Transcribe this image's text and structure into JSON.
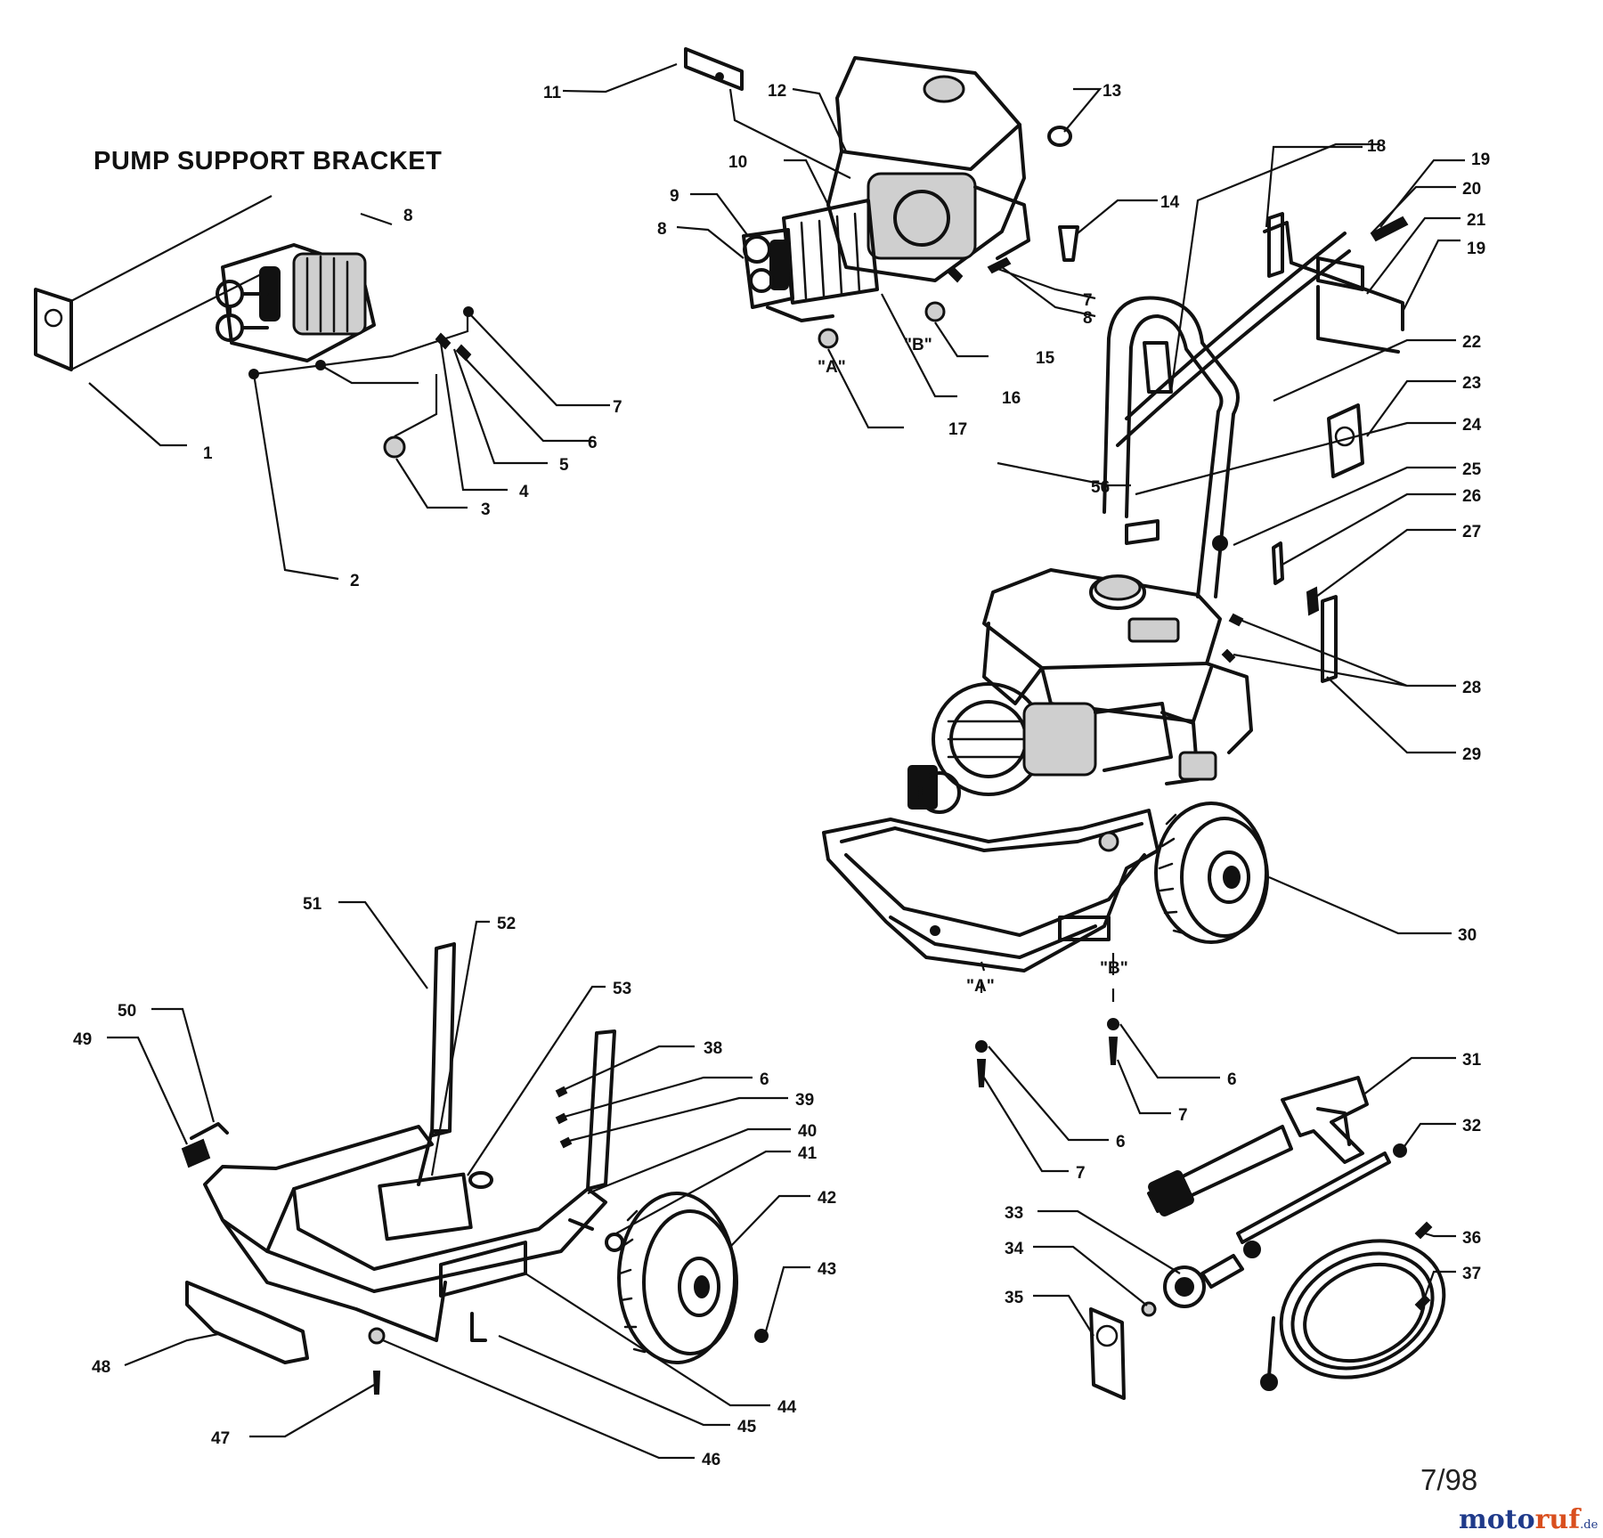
{
  "title": "PUMP SUPPORT BRACKET",
  "date_code": "7/98",
  "watermark": {
    "part_a": "moto",
    "part_b": "ruf",
    "part_c": ".de"
  },
  "colors": {
    "ink": "#111111",
    "watermark_blue": "#1f3a8a",
    "watermark_orange": "#d94f1e"
  },
  "callouts": {
    "c1": "1",
    "c2": "2",
    "c3": "3",
    "c4": "4",
    "c5": "5",
    "c6a": "6",
    "c7a": "7",
    "c8a": "8",
    "c11": "11",
    "c12": "12",
    "c13": "13",
    "c10": "10",
    "c9": "9",
    "c8b": "8",
    "c14": "14",
    "c7b": "7",
    "c8c": "8",
    "c15": "15",
    "c16": "16",
    "c17": "17",
    "c18": "18",
    "c19a": "19",
    "c20": "20",
    "c21": "21",
    "c19b": "19",
    "c22": "22",
    "c23": "23",
    "c24": "24",
    "c25": "25",
    "c26": "26",
    "c27": "27",
    "c56": "56",
    "c28": "28",
    "c29": "29",
    "c30": "30",
    "c31": "31",
    "c32": "32",
    "c33": "33",
    "c34": "34",
    "c35": "35",
    "c36": "36",
    "c37": "37",
    "c6b": "6",
    "c7c": "7",
    "c6c": "6",
    "c7d": "7",
    "c51": "51",
    "c52": "52",
    "c53": "53",
    "c50": "50",
    "c49": "49",
    "c38": "38",
    "c6d": "6",
    "c39": "39",
    "c40": "40",
    "c41": "41",
    "c42": "42",
    "c43": "43",
    "c48": "48",
    "c44": "44",
    "c45": "45",
    "c46": "46",
    "c47": "47"
  },
  "markers": {
    "a1": "\"A\"",
    "b1": "\"B\"",
    "a2": "\"A\"",
    "b2": "\"B\""
  }
}
